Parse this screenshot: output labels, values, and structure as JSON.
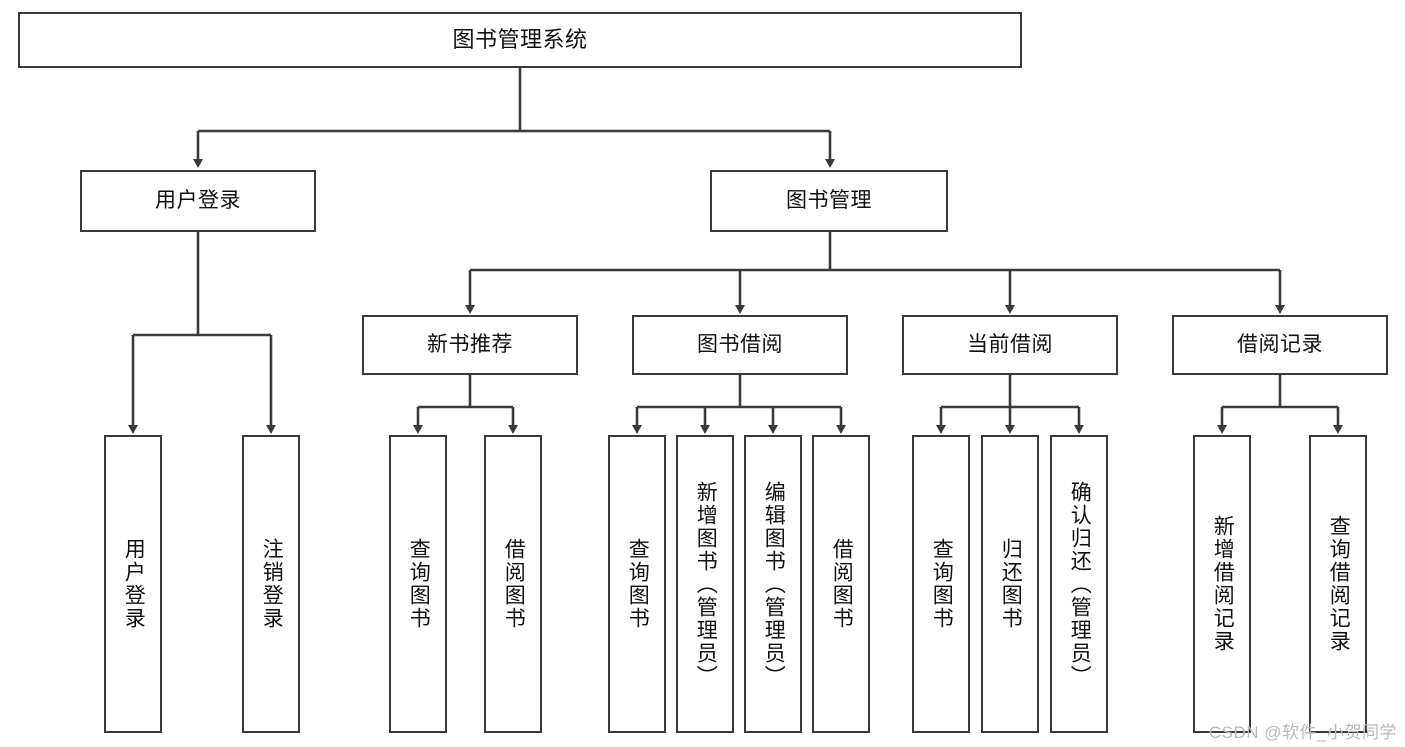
{
  "diagram": {
    "type": "tree-hierarchy-chart",
    "orientation": "top-down",
    "connector_color": "#3a3a3a",
    "box_border_color": "#3a3a3a",
    "box_fill": "#ffffff",
    "background": "#ffffff",
    "watermark": "CSDN @软件_小贺同学",
    "watermark_color": "#b9b9b9"
  },
  "nodes": {
    "root": {
      "label": "图书管理系统"
    },
    "level1": [
      {
        "label": "用户登录"
      },
      {
        "label": "图书管理"
      }
    ],
    "level2": [
      {
        "label": "新书推荐"
      },
      {
        "label": "图书借阅"
      },
      {
        "label": "当前借阅"
      },
      {
        "label": "借阅记录"
      }
    ],
    "leaves": {
      "user_login": [
        {
          "label": "用户登录"
        },
        {
          "label": "注销登录"
        }
      ],
      "new_book_recommend": [
        {
          "label": "查询图书"
        },
        {
          "label": "借阅图书"
        }
      ],
      "book_borrow": [
        {
          "label": "查询图书"
        },
        {
          "label": "新增图书（管理员）"
        },
        {
          "label": "编辑图书（管理员）"
        },
        {
          "label": "借阅图书"
        }
      ],
      "current_borrow": [
        {
          "label": "查询图书"
        },
        {
          "label": "归还图书"
        },
        {
          "label": "确认归还（管理员）"
        }
      ],
      "borrow_record": [
        {
          "label": "新增借阅记录"
        },
        {
          "label": "查询借阅记录"
        }
      ]
    }
  }
}
